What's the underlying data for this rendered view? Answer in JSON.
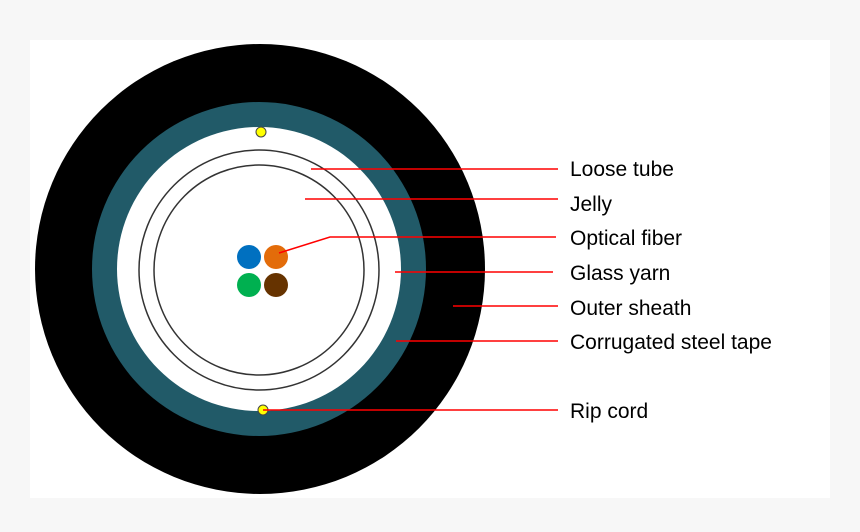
{
  "title": "Optical fiber cable cross-section",
  "colors": {
    "outer_sheath": "#000000",
    "steel_tape": "#215a68",
    "leader_line": "#ff0000",
    "rip_cord": "#ffff00",
    "fibers": [
      "#0070c0",
      "#e36c0a",
      "#00b050",
      "#663300"
    ]
  },
  "labels": {
    "loose_tube": "Loose tube",
    "jelly": "Jelly",
    "optical_fiber": "Optical fiber",
    "glass_yarn": "Glass yarn",
    "outer_sheath": "Outer sheath",
    "corrugated_steel_tape": "Corrugated steel tape",
    "rip_cord": "Rip cord"
  }
}
